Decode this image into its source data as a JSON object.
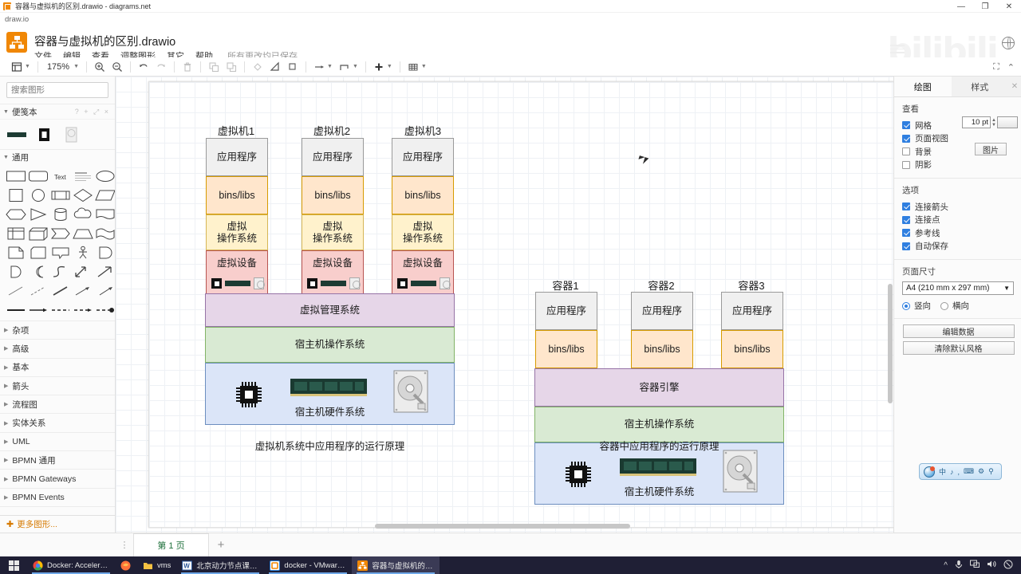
{
  "window": {
    "title": "容器与虚拟机的区别.drawio - diagrams.net",
    "minimize": "—",
    "maximize": "❐",
    "close": "✕"
  },
  "app": {
    "brand": "draw.io",
    "document_title": "容器与虚拟机的区别.drawio",
    "menu": [
      "文件",
      "编辑",
      "查看",
      "调整图形",
      "其它",
      "帮助"
    ],
    "save_status": "所有更改均已保存",
    "watermark": "bilibili"
  },
  "toolbar": {
    "view_label": "view-dropdown",
    "zoom": "175%",
    "items": [
      "zoom-in",
      "zoom-out",
      "undo",
      "redo",
      "delete",
      "to-front",
      "to-back",
      "fill-color",
      "line-color",
      "shadow",
      "connection",
      "waypoints",
      "insert",
      "table"
    ]
  },
  "left_panel": {
    "search_placeholder": "搜索图形",
    "scratchpad_title": "便笺本",
    "scratchpad_actions": "? + ⤢ ×",
    "general_title": "通用",
    "shape_text_label": "Text",
    "categories": [
      "杂项",
      "高级",
      "基本",
      "箭头",
      "流程图",
      "实体关系",
      "UML",
      "BPMN 通用",
      "BPMN Gateways",
      "BPMN Events"
    ],
    "more_shapes": "更多图形..."
  },
  "right_panel": {
    "tabs": [
      {
        "label": "绘图",
        "active": true
      },
      {
        "label": "样式",
        "active": false
      }
    ],
    "close": "✕",
    "view_section": {
      "title": "查看",
      "grid": {
        "label": "网格",
        "checked": true,
        "size": "10 pt"
      },
      "page_view": {
        "label": "页面视图",
        "checked": true
      },
      "background": {
        "label": "背景",
        "checked": false,
        "button": "图片"
      },
      "shadow": {
        "label": "阴影",
        "checked": false
      }
    },
    "options_section": {
      "title": "选项",
      "items": [
        {
          "label": "连接箭头",
          "checked": true
        },
        {
          "label": "连接点",
          "checked": true
        },
        {
          "label": "参考线",
          "checked": true
        },
        {
          "label": "自动保存",
          "checked": true
        }
      ]
    },
    "page_section": {
      "title": "页面尺寸",
      "size_value": "A4 (210 mm x 297 mm)",
      "orientation": [
        {
          "label": "竖向",
          "selected": true
        },
        {
          "label": "横向",
          "selected": false
        }
      ]
    },
    "buttons": [
      "编辑数据",
      "清除默认风格"
    ]
  },
  "page_bar": {
    "tab_label": "第 1 页",
    "add_label": "+"
  },
  "diagram": {
    "left": {
      "caption": "虚拟机系统中应用程序的运行原理",
      "stacks": [
        {
          "title": "虚拟机1",
          "layers": [
            "应用程序",
            "bins/libs",
            "虚拟\n操作系统",
            "虚拟设备"
          ]
        },
        {
          "title": "虚拟机2",
          "layers": [
            "应用程序",
            "bins/libs",
            "虚拟\n操作系统",
            "虚拟设备"
          ]
        },
        {
          "title": "虚拟机3",
          "layers": [
            "应用程序",
            "bins/libs",
            "虚拟\n操作系统",
            "虚拟设备"
          ]
        }
      ],
      "hypervisor": "虚拟管理系统",
      "host_os": "宿主机操作系统",
      "host_hw": "宿主机硬件系统"
    },
    "right": {
      "caption": "容器中应用程序的运行原理",
      "stacks": [
        {
          "title": "容器1",
          "layers": [
            "应用程序",
            "bins/libs"
          ]
        },
        {
          "title": "容器2",
          "layers": [
            "应用程序",
            "bins/libs"
          ]
        },
        {
          "title": "容器3",
          "layers": [
            "应用程序",
            "bins/libs"
          ]
        }
      ],
      "engine": "容器引擎",
      "host_os": "宿主机操作系统",
      "host_hw": "宿主机硬件系统"
    },
    "colors": {
      "app": "#f0f0f0",
      "bins": "#ffe6cc",
      "vm_os": "#fff2cc",
      "vm_dev": "#f8cecc",
      "hypervisor": "#e6d6e8",
      "engine": "#e6d6e8",
      "host_os": "#d9ead3",
      "host_hw": "#dbe5f8"
    }
  },
  "ime": {
    "mode": "中",
    "tools": [
      "拼音",
      "。",
      "键盘",
      "工具箱",
      "设置"
    ]
  },
  "taskbar": {
    "start": "⊞",
    "apps": [
      {
        "label": "Docker: Accelerat...",
        "icon_color": "#4caf50",
        "icon": "chrome-icon",
        "running": true,
        "active": false
      },
      {
        "label": "",
        "icon_color": "#ff7139",
        "icon": "firefox-icon",
        "running": false,
        "active": false
      },
      {
        "label": "vms",
        "icon_color": "#f5c242",
        "icon": "folder-icon",
        "running": false,
        "active": false
      },
      {
        "label": "北京动力节点课程-...",
        "icon_color": "#2b579a",
        "icon": "word-icon",
        "running": true,
        "active": false
      },
      {
        "label": "docker - VMware...",
        "icon_color": "#2f7fd0",
        "icon": "vmware-icon",
        "running": true,
        "active": false
      },
      {
        "label": "容器与虚拟机的区...",
        "icon_color": "#f08705",
        "icon": "drawio-icon",
        "running": true,
        "active": true
      }
    ],
    "tray": [
      "^",
      "🎤",
      "🖥",
      "🔊",
      "⊗"
    ]
  }
}
